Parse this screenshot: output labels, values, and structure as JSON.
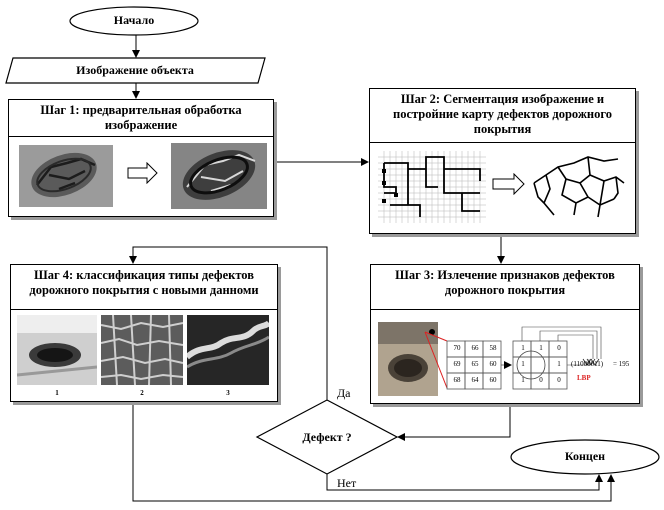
{
  "start": "Начало",
  "input": "Изображение объекта",
  "step1": {
    "title": "Шаг 1: предварительная обработка изображение"
  },
  "step2": {
    "title": "Шаг 2: Сегментация изображение и постройние карту дефектов дорожного покрытия"
  },
  "step3": {
    "title": "Шаг 3: Излечение признаков дефектов дорожного покрытия",
    "grid": [
      "70",
      "66",
      "58",
      "69",
      "65",
      "60",
      "68",
      "64",
      "60"
    ],
    "binary": [
      "1",
      "1",
      "0",
      "1",
      "",
      "1",
      "1",
      "0",
      "0"
    ],
    "result": "(11000011)",
    "value": "= 195",
    "lbp": "LBP"
  },
  "step4": {
    "title": "Шаг 4: классификация типы дефектов дорожного покрытия с новыми данноми",
    "captions": [
      "1",
      "2",
      "3"
    ]
  },
  "decision": "Дефект ?",
  "yes": "Да",
  "no": "Нет",
  "end": "Концен"
}
